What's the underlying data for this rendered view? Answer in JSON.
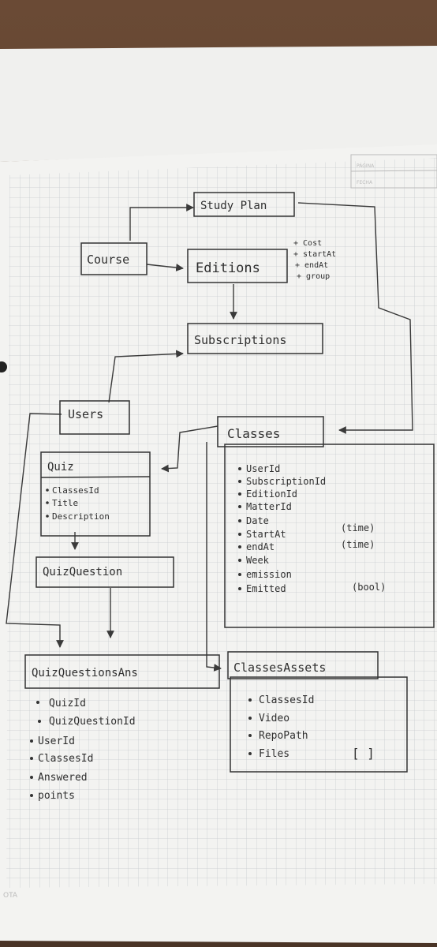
{
  "header": {
    "fecha_label": "FECHA",
    "page_label": "PÁGINA",
    "footer_brand": "OTA"
  },
  "diagram": {
    "study_plan": "Study Plan",
    "course": "Course",
    "editions": "Editions",
    "edition_fields": [
      "+ Cost",
      "+ startAt",
      "+ endAt",
      "+ group"
    ],
    "subscriptions": "Subscriptions",
    "users": "Users",
    "classes": "Classes",
    "classes_fields": [
      "UserId",
      "SubscriptionId",
      "EditionId",
      "MatterId",
      "Date",
      "StartAt",
      "endAt",
      "Week",
      "emission",
      "Emitted"
    ],
    "classes_annotations": [
      "(time)",
      "(time)",
      "(bool)"
    ],
    "quiz": "Quiz",
    "quiz_fields": [
      "ClassesId",
      "Title",
      "Description"
    ],
    "quiz_question": "QuizQuestion",
    "quiz_questions_ans": "QuizQuestionsAns",
    "quiz_questions_ans_fields": [
      "QuizId",
      "QuizQuestionId",
      "UserId",
      "ClassesId",
      "Answered",
      "points"
    ],
    "classes_assets": "ClassesAssets",
    "classes_assets_fields": [
      "ClassesId",
      "Video",
      "RepoPath",
      "Files"
    ],
    "files_annotation": "[ ]"
  }
}
